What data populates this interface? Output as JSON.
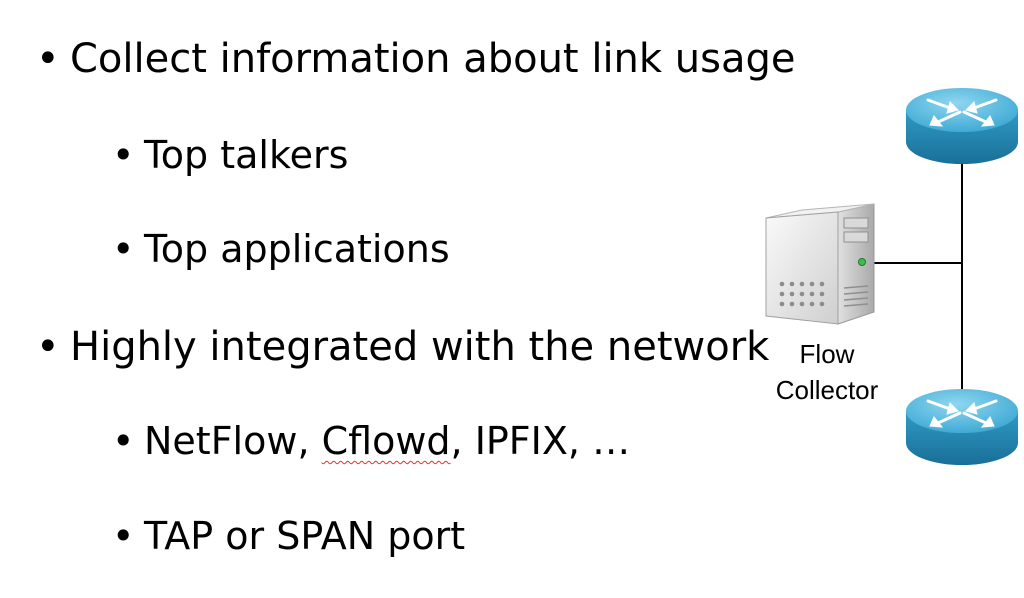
{
  "bullets": [
    {
      "text": "Collect information about link usage",
      "level": 1
    },
    {
      "text": "Top talkers",
      "level": 2
    },
    {
      "text": "Top applications",
      "level": 2
    },
    {
      "text": "Highly integrated with the network",
      "level": 1
    },
    {
      "text_parts": [
        "NetFlow, ",
        "Cflowd",
        ", IPFIX, …"
      ],
      "level": 2,
      "spellcheck_flag": "Cflowd"
    },
    {
      "text": "TAP or SPAN port",
      "level": 2
    }
  ],
  "diagram": {
    "collector_label_line1": "Flow",
    "collector_label_line2": "Collector",
    "icons": [
      "router-icon",
      "server-icon",
      "router-icon"
    ],
    "colors": {
      "router_body": "#2f9bc4",
      "router_top": "#5cc0e3",
      "link": "#000000",
      "server_body": "#e8e8e8",
      "server_led": "#39c24a"
    }
  },
  "bullet_glyph": "•"
}
